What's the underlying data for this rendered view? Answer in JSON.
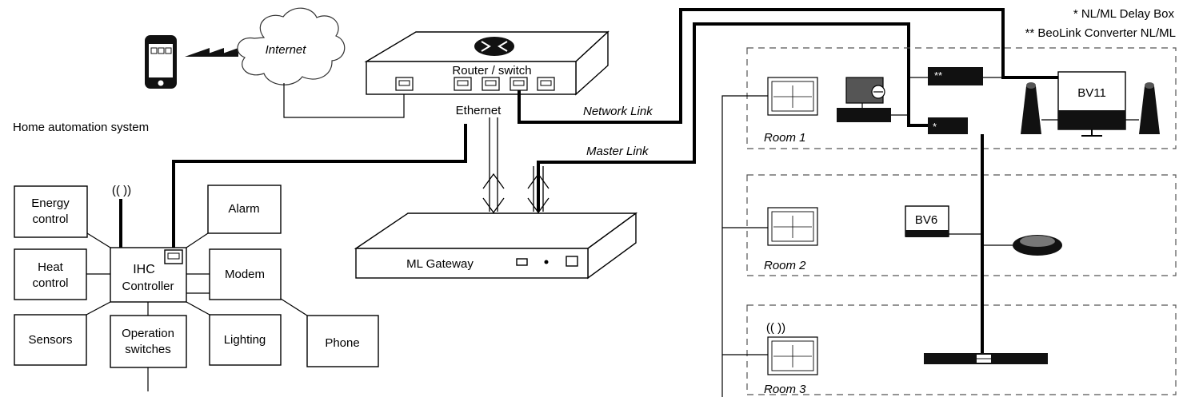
{
  "notes": {
    "delay_box": "* NL/ML Delay Box",
    "beolink_converter": "** BeoLink Converter NL/ML"
  },
  "internet": {
    "label": "Internet"
  },
  "router": {
    "label": "Router / switch",
    "ethernet_label": "Ethernet"
  },
  "links": {
    "network_link": "Network Link",
    "master_link": "Master Link"
  },
  "home_automation": {
    "title": "Home automation system"
  },
  "ihc": {
    "controller_line1": "IHC",
    "controller_line2": "Controller",
    "wireless_glyph": "(( ))",
    "modules": {
      "energy_line1": "Energy",
      "energy_line2": "control",
      "heat_line1": "Heat",
      "heat_line2": "control",
      "sensors": "Sensors",
      "operation_line1": "Operation",
      "operation_line2": "switches",
      "alarm": "Alarm",
      "modem": "Modem",
      "lighting": "Lighting",
      "phone": "Phone"
    }
  },
  "ml_gateway": {
    "label": "ML Gateway"
  },
  "rooms": [
    {
      "label": "Room 1"
    },
    {
      "label": "Room 2"
    },
    {
      "label": "Room 3"
    }
  ],
  "devices": {
    "bv11": "BV11",
    "bv6": "BV6",
    "converter_marker": "**",
    "delay_marker": "*",
    "room3_wireless_glyph": "(( ))"
  }
}
